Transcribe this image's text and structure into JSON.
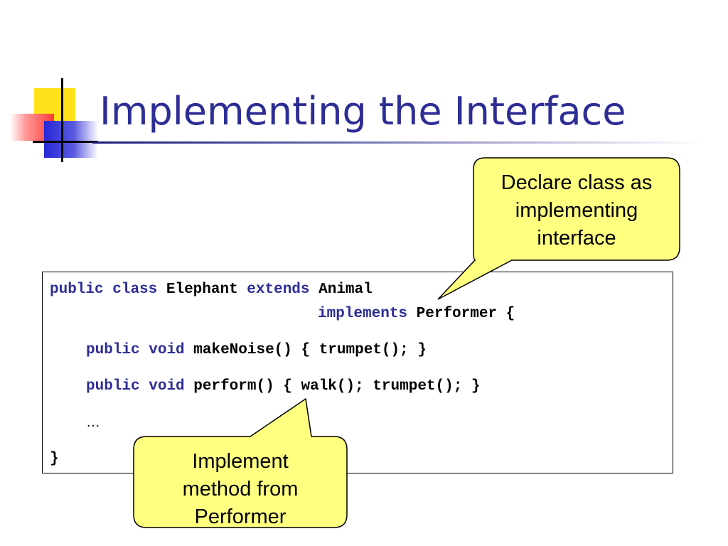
{
  "slide": {
    "title": "Implementing the Interface",
    "accent_color": "#2d2d96",
    "callout_color": "#ffff80"
  },
  "code": {
    "line1": {
      "kw1": "public",
      "kw2": "class",
      "name": "Elephant",
      "kw3": "extends",
      "parent": "Animal"
    },
    "line2": {
      "kw": "implements",
      "iface": "Performer {"
    },
    "line3": {
      "kw1": "public",
      "kw2": "void",
      "rest": "makeNoise() { trumpet(); }"
    },
    "line4": {
      "kw1": "public",
      "kw2": "void",
      "rest": "perform() { walk(); trumpet(); }"
    },
    "ellipsis": "…",
    "closing": "}"
  },
  "callouts": {
    "declare": {
      "line1": "Declare class as",
      "line2": "implementing",
      "line3": "interface"
    },
    "implement": {
      "line1": "Implement",
      "line2": "method from",
      "line3": "Performer"
    }
  }
}
